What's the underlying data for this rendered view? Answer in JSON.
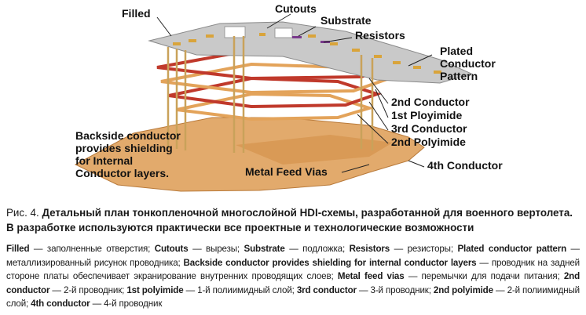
{
  "figure": {
    "labels": {
      "filled": "Filled",
      "cutouts": "Cutouts",
      "substrate": "Substrate",
      "resistors": "Resistors",
      "plated_1": "Plated",
      "plated_2": "Conductor",
      "plated_3": "Pattern",
      "second_conductor": "2nd Conductor",
      "first_polyimide": "1st Ployimide",
      "third_conductor": "3rd Conductor",
      "second_polyimide": "2nd Polyimide",
      "backside_1": "Backside conductor",
      "backside_2": "provides shielding",
      "backside_3": "for Internal",
      "backside_4": "Conductor layers.",
      "metal_feed_vias": "Metal Feed Vias",
      "fourth_conductor": "4th Conductor"
    },
    "colors": {
      "substrate": "#c9c9c9",
      "gold": "#d9a43b",
      "copper_dark": "#a05a2c",
      "red_layer": "#c0392b",
      "orange_layer": "#e3a35a",
      "backside": "#e0a868"
    }
  },
  "caption": {
    "number": "Рис. 4.",
    "title": "Детальный план тонкопленочной многослойной HDI-схемы, разработанной для военного вертолета. В разработке используются практически все проектные и технологические возможности"
  },
  "legend": [
    {
      "term": "Filled",
      "desc": " — заполненные отверстия; "
    },
    {
      "term": "Cutouts",
      "desc": " — вырезы; "
    },
    {
      "term": "Substrate",
      "desc": " — подложка; "
    },
    {
      "term": "Resistors",
      "desc": " — резисторы; "
    },
    {
      "term": "Plated conductor pattern",
      "desc": " — металлизированный рисунок проводника; "
    },
    {
      "term": "Backside conductor provides shielding for internal conductor layers",
      "desc": " — проводник на задней стороне платы обеспечивает экранирование внутренних проводящих слоев; "
    },
    {
      "term": "Metal feed vias",
      "desc": " — перемычки для подачи питания; "
    },
    {
      "term": "2nd conductor",
      "desc": " — 2-й проводник; "
    },
    {
      "term": "1st polyimide",
      "desc": " — 1-й полиимидный слой; "
    },
    {
      "term": "3rd conductor",
      "desc": " — 3-й проводник; "
    },
    {
      "term": "2nd polyimide",
      "desc": " — 2-й полиимидный слой; "
    },
    {
      "term": "4th conductor",
      "desc": " — 4-й проводник"
    }
  ]
}
